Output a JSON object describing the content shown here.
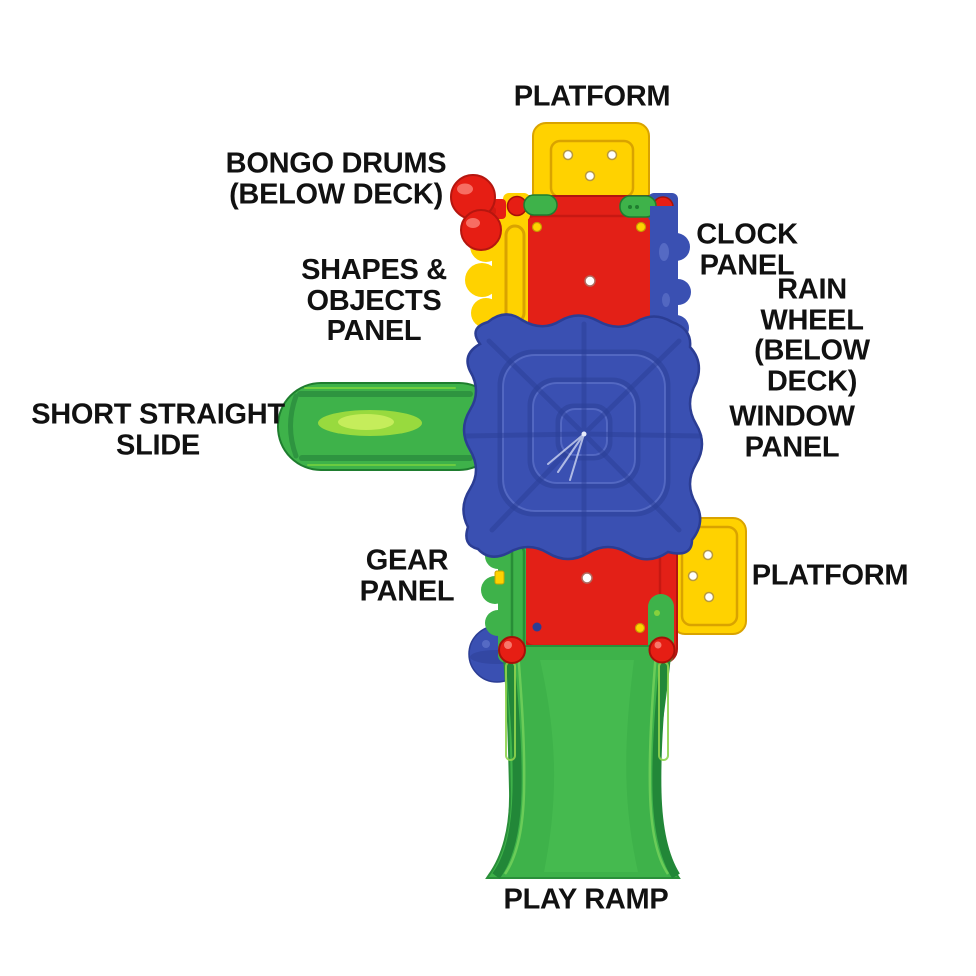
{
  "diagram_title": "Playground playset — top view component diagram",
  "palette": {
    "red": "#e32017",
    "red_dark": "#b01510",
    "red_bright": "#e61e14",
    "yellow": "#ffd200",
    "yellow_dark": "#d9a300",
    "green": "#3eb24a",
    "green_dark": "#1f7d2f",
    "green_light": "#8fd43c",
    "blue": "#3a50b2",
    "blue_dark": "#2b3d94",
    "blue_light": "#5c70c8",
    "text": "#111111",
    "bg": "#ffffff"
  },
  "labels": {
    "platform_top": "PLATFORM",
    "bongo_drums": "BONGO DRUMS\n(BELOW DECK)",
    "clock_panel": "CLOCK\nPANEL",
    "shapes_objects_panel": "SHAPES &\nOBJECTS\nPANEL",
    "rain_wheel": "RAIN WHEEL\n(BELOW DECK)",
    "short_straight_slide": "SHORT STRAIGHT\nSLIDE",
    "window_panel": "WINDOW\nPANEL",
    "gear_panel": "GEAR\nPANEL",
    "platform_right": "PLATFORM",
    "play_ramp": "PLAY RAMP"
  },
  "components": [
    {
      "name": "platform (top)",
      "color": "yellow"
    },
    {
      "name": "bongo drums (below deck)",
      "color": "red"
    },
    {
      "name": "clock panel",
      "color": "blue"
    },
    {
      "name": "shapes & objects panel",
      "color": "yellow"
    },
    {
      "name": "rain wheel (below deck)",
      "color": "blue"
    },
    {
      "name": "short straight slide",
      "color": "green"
    },
    {
      "name": "window panel",
      "color": "blue"
    },
    {
      "name": "gear panel",
      "color": "green"
    },
    {
      "name": "platform (right)",
      "color": "yellow"
    },
    {
      "name": "play ramp",
      "color": "green"
    },
    {
      "name": "main deck",
      "color": "red"
    },
    {
      "name": "spider web canopy",
      "color": "blue"
    }
  ]
}
